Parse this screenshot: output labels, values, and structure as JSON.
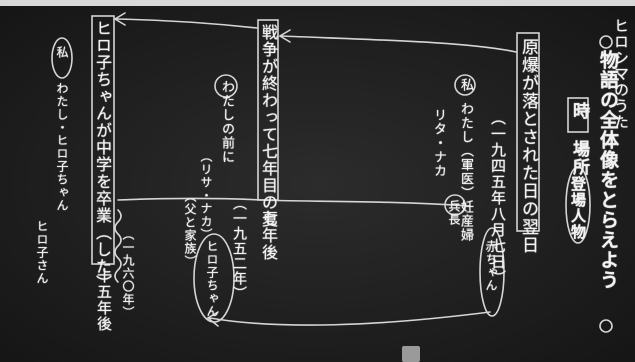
{
  "board": {
    "lesson_title": "ヒロシマのうた",
    "task_line1": "物語の全体像をとらえよう",
    "task_mark_left": "◎",
    "task_mark_right": "◎",
    "tag_time": "時",
    "tag_place": "場所",
    "tag_characters": "登場人物",
    "box_right": "原爆が落とされた日の翌日",
    "date_1945": "（一九四五年八月七日）",
    "mark_me": "私",
    "me_right": "わたし（軍医）妊産婦",
    "person_right": "リタ・ナカ",
    "person_right_role": "兵長",
    "baby_label": "赤ちゃん",
    "box_mid": "戦争が終わって七年目の夏",
    "mid_years_after": "七年後",
    "date_1952": "（一九五二年）",
    "me_mid": "わたしの前に",
    "mid_note": "（リサ・ナカ）",
    "mid_note2": "（父と家族）",
    "circle_mid": "ヒロ子ちゃん",
    "box_left": "ヒロ子ちゃんが中学を卒業（した）",
    "left_years_after": "十五年後",
    "date_1960": "（一九六〇年）",
    "mark_left": "私",
    "me_left": "わたし・ヒロ子ちゃん",
    "left_note": "ヒロ子さん"
  }
}
